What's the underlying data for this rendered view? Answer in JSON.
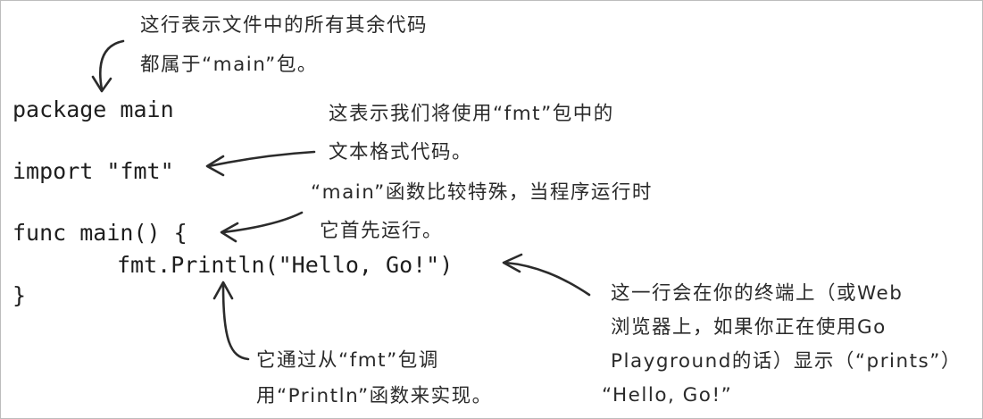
{
  "code": {
    "line1": "package main",
    "line2": "import \"fmt\"",
    "line3": "func main() {",
    "line4": "fmt.Println(\"Hello, Go!\")",
    "line5": "}"
  },
  "annotations": {
    "package": {
      "line1": "这行表示文件中的所有其余代码",
      "line2": "都属于“main”包。"
    },
    "import": {
      "line1": "这表示我们将使用“fmt”包中的",
      "line2": "文本格式代码。"
    },
    "main_func": {
      "line1": "“main”函数比较特殊，当程序运行时",
      "line2": "它首先运行。"
    },
    "println_call": {
      "line1": "它通过从“fmt”包调",
      "line2": "用“Println”函数来实现。"
    },
    "output": {
      "line1": "这一行会在你的终端上（或Web",
      "line2": "浏览器上，如果你正在使用Go",
      "line3": "Playground的话）显示（“prints”）",
      "line4": "“Hello, Go!”"
    }
  }
}
